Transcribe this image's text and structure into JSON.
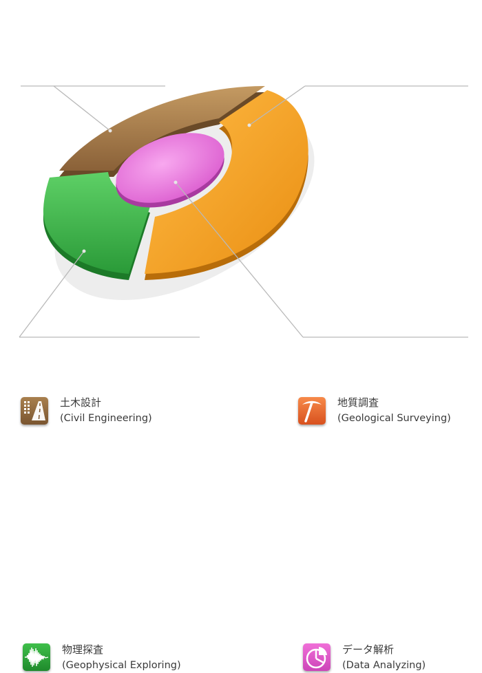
{
  "diagram": {
    "segments": [
      {
        "id": "civil",
        "label_ja": "土木設計",
        "label_en": "(Civil Engineering)",
        "icon": "road-icon",
        "color": "#8e6a3e"
      },
      {
        "id": "geo",
        "label_ja": "地質調査",
        "label_en": "(Geological Surveying)",
        "icon": "pickaxe-icon",
        "color": "#f39a20"
      },
      {
        "id": "phys",
        "label_ja": "物理探査",
        "label_en": "(Geophysical Exploring)",
        "icon": "waveform-icon",
        "color": "#3bb54a"
      },
      {
        "id": "data",
        "label_ja": "データ解析",
        "label_en": "(Data Analyzing)",
        "icon": "pie-chart-icon",
        "color": "#e85bc9"
      }
    ]
  }
}
